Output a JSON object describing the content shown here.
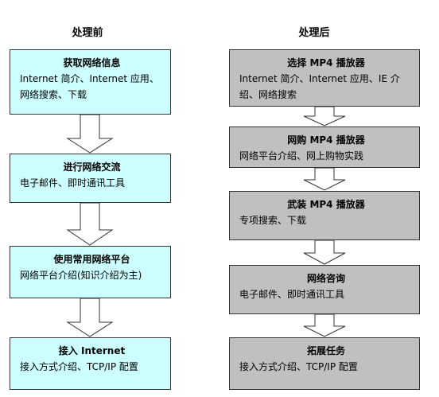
{
  "left": {
    "heading": "处理前",
    "boxes": [
      {
        "title": "获取网络信息",
        "detail": "Internet 简介、Internet 应用、网络搜索、下载"
      },
      {
        "title": "进行网络交流",
        "detail": "电子邮件、即时通讯工具"
      },
      {
        "title": "使用常用网络平台",
        "detail": "网络平台介绍(知识介绍为主)"
      },
      {
        "title": "接入 Internet",
        "detail": "接入方式介绍、TCP/IP 配置"
      }
    ]
  },
  "right": {
    "heading": "处理后",
    "boxes": [
      {
        "title": "选择 MP4 播放器",
        "detail": "Internet 简介、Internet 应用、IE 介绍、网络搜索"
      },
      {
        "title": "网购 MP4 播放器",
        "detail": "网络平台介绍、网上购物实践"
      },
      {
        "title": "武装 MP4 播放器",
        "detail": "专项搜索、下载"
      },
      {
        "title": "网络咨询",
        "detail": "电子邮件、即时通讯工具"
      },
      {
        "title": "拓展任务",
        "detail": "接入方式介绍、TCP/IP 配置"
      }
    ]
  },
  "colors": {
    "left_fill": "#ccffff",
    "right_fill": "#c0c0c0",
    "border": "#333333"
  }
}
